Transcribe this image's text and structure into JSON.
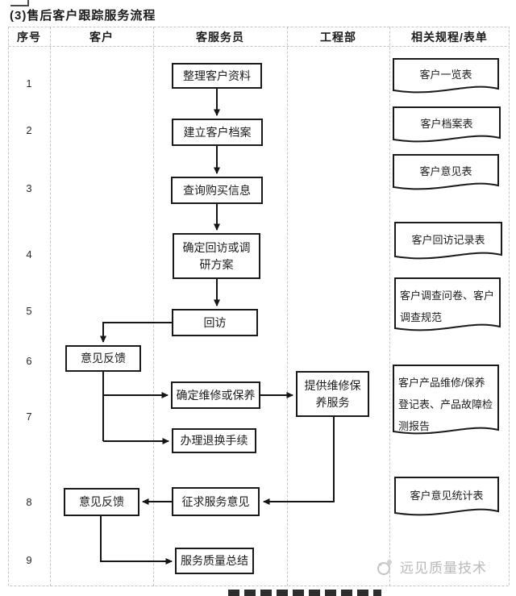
{
  "title": "(3)售后客户跟踪服务流程",
  "table": {
    "headers": [
      "序号",
      "客户",
      "客服务员",
      "工程部",
      "相关规程/表单"
    ],
    "row_numbers": [
      "1",
      "2",
      "3",
      "4",
      "5",
      "6",
      "7",
      "8",
      "9"
    ]
  },
  "nodes": {
    "organize_customer_info": "整理客户资料",
    "create_customer_file": "建立客户档案",
    "query_purchase_info": "查询购买信息",
    "determine_visit_plan": "确定回访或调研方案",
    "return_visit": "回访",
    "feedback_1": "意见反馈",
    "determine_repair": "确定维修或保养",
    "handle_returns": "办理退换手续",
    "provide_service": "提供维修保养服务",
    "solicit_opinions": "征求服务意见",
    "feedback_2": "意见反馈",
    "service_summary": "服务质量总结"
  },
  "documents": [
    "客户一览表",
    "客户档案表",
    "客户意见表",
    "客户回访记录表",
    "客户调查问卷、客户调查规范",
    "客户产品维修/保养登记表、产品故障检测报告",
    "客户意见统计表"
  ],
  "watermark": "远见质量技术"
}
